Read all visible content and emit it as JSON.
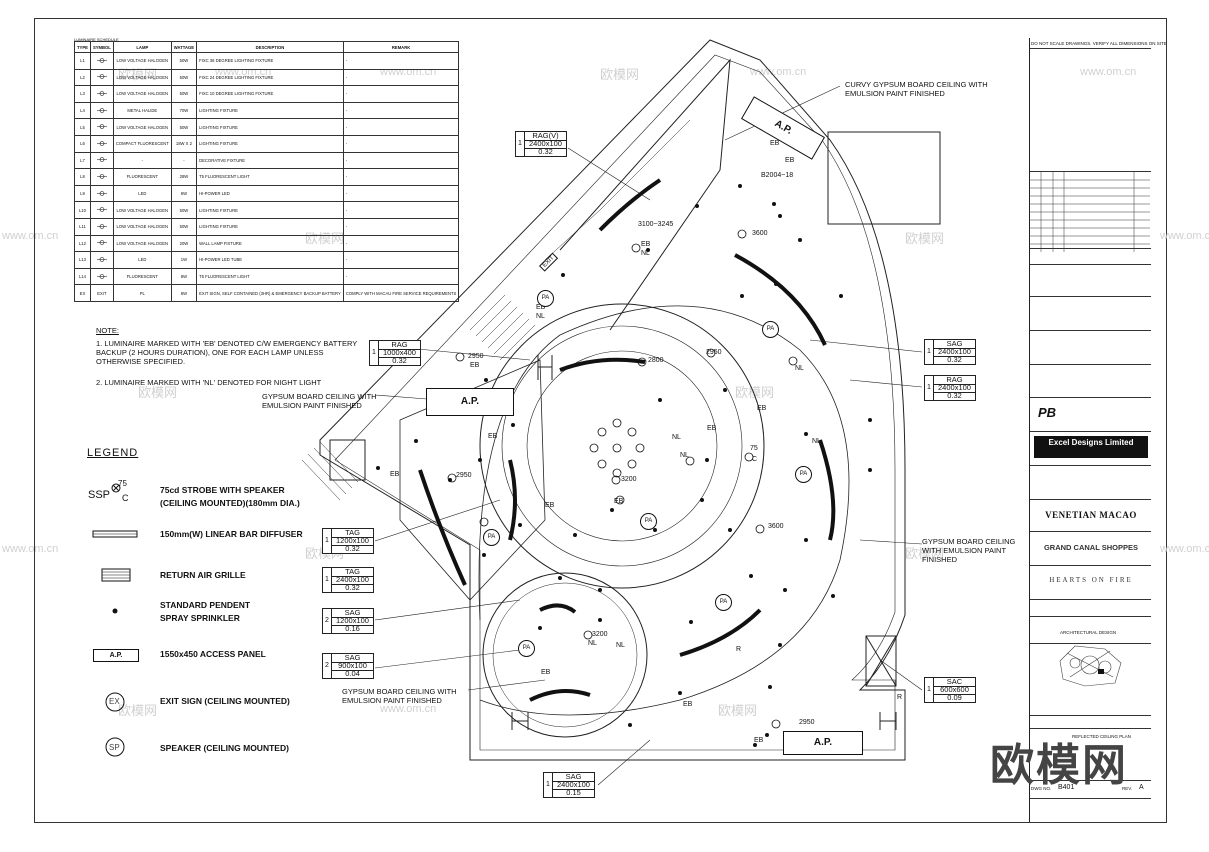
{
  "sheet": {
    "header_note": "DO NOT SCALE DRAWINGS. VERIFY ALL DIMENSIONS ON SITE"
  },
  "schedule": {
    "title": "LUMINAIRE SCHEDULE",
    "headers": [
      "TYPE",
      "SYMBOL",
      "LAMP",
      "WATTAGE",
      "DESCRIPTION",
      "REMARK"
    ],
    "rows": [
      {
        "type": "L1",
        "lamp": "LOW VOLTAGE HALOGEN",
        "watt": "50W",
        "desc": "FIXC 36 DEGREE LIGHTING FIXTURE",
        "remark": "-"
      },
      {
        "type": "L2",
        "lamp": "LOW VOLTAGE HALOGEN",
        "watt": "50W",
        "desc": "FIXC 24 DEGREE LIGHTING FIXTURE",
        "remark": "-"
      },
      {
        "type": "L3",
        "lamp": "LOW VOLTAGE HALOGEN",
        "watt": "50W",
        "desc": "FIXC 10 DEGREE LIGHTING FIXTURE",
        "remark": "-"
      },
      {
        "type": "L4",
        "lamp": "METAL HALIDE",
        "watt": "70W",
        "desc": "LIGHTING FIXTURE",
        "remark": "-"
      },
      {
        "type": "L5",
        "lamp": "LOW VOLTAGE HALOGEN",
        "watt": "50W",
        "desc": "LIGHTING FIXTURE",
        "remark": "-"
      },
      {
        "type": "L6",
        "lamp": "COMPACT FLUORESCENT",
        "watt": "18W x 2",
        "desc": "LIGHTING FIXTURE",
        "remark": "-"
      },
      {
        "type": "L7",
        "lamp": "-",
        "watt": "-",
        "desc": "DECORATIVE FIXTURE",
        "remark": "-"
      },
      {
        "type": "L8",
        "lamp": "FLUORESCENT",
        "watt": "28W",
        "desc": "T5 FLUORESCENT LIGHT",
        "remark": "-"
      },
      {
        "type": "L9",
        "lamp": "LED",
        "watt": "6W",
        "desc": "HI-POWER LED",
        "remark": "-"
      },
      {
        "type": "L10",
        "lamp": "LOW VOLTAGE HALOGEN",
        "watt": "50W",
        "desc": "LIGHTING FIXTURE",
        "remark": "-"
      },
      {
        "type": "L11",
        "lamp": "LOW VOLTAGE HALOGEN",
        "watt": "50W",
        "desc": "LIGHTING FIXTURE",
        "remark": "-"
      },
      {
        "type": "L12",
        "lamp": "LOW VOLTAGE HALOGEN",
        "watt": "20W",
        "desc": "WALL LAMP FIXTURE",
        "remark": "-"
      },
      {
        "type": "L13",
        "lamp": "LED",
        "watt": "1W",
        "desc": "HI-POWER LED TUBE",
        "remark": "-"
      },
      {
        "type": "L14",
        "lamp": "FLUORESCENT",
        "watt": "8W",
        "desc": "T5 FLUORESCENT LIGHT",
        "remark": "-"
      },
      {
        "type": "EX",
        "symbol": "EXIT",
        "lamp": "PL",
        "watt": "8W",
        "desc": "EXIT SIGN, SELF CONTAINED (3HR) & EMERGENCY BACKUP BATTERY",
        "remark": "COMPLY WITH MACAU FIRE SERVICE REQUIREMENTS"
      }
    ]
  },
  "notes": {
    "title": "NOTE:",
    "n1": "1. LUMINAIRE MARKED WITH 'EB' DENOTED C/W EMERGENCY BATTERY\n    BACKUP (2 HOURS DURATION), ONE FOR EACH LAMP UNLESS\n    OTHERWISE SPECIFIED.",
    "n2": "2. LUMINAIRE MARKED WITH 'NL' DENOTED FOR NIGHT LIGHT"
  },
  "legend": {
    "title": "LEGEND",
    "ssp_symbol": "SSP",
    "ssp_75": "75",
    "ssp_c": "C",
    "items": [
      "75cd STROBE WITH SPEAKER\n(CEILING MOUNTED)(180mm DIA.)",
      "150mm(W) LINEAR BAR DIFFUSER",
      "RETURN AIR GRILLE",
      "STANDARD PENDENT\nSPRAY SPRINKLER",
      "1550x450 ACCESS PANEL",
      "EXIT SIGN (CEILING MOUNTED)",
      "SPEAKER (CEILING MOUNTED)"
    ],
    "ap_symbol": "A.P.",
    "ex_symbol": "EX",
    "sp_symbol": "SP"
  },
  "callouts": {
    "curvy": "CURVY GYPSUM BOARD CEILING WITH\nEMULSION PAINT FINISHED",
    "gyp_left": "GYPSUM BOARD CEILING WITH\nEMULSION PAINT FINISHED",
    "gyp_right": "GYPSUM BOARD CEILING\nWITH EMULSION PAINT\nFINISHED",
    "gyp_bottom": "GYPSUM BOARD CEILING WITH\nEMULSION PAINT FINISHED"
  },
  "tags": [
    {
      "n": "1",
      "code": "RAG(V)",
      "size": "2400x100",
      "val": "0.32"
    },
    {
      "n": "1",
      "code": "RAG",
      "size": "1000x400",
      "val": "0.32"
    },
    {
      "n": "1",
      "code": "TAG",
      "size": "1200x100",
      "val": "0.32"
    },
    {
      "n": "1",
      "code": "TAG",
      "size": "2400x100",
      "val": "0.32"
    },
    {
      "n": "2",
      "code": "SAG",
      "size": "1200x100",
      "val": "0.16"
    },
    {
      "n": "2",
      "code": "SAG",
      "size": "900x100",
      "val": "0.04"
    },
    {
      "n": "1",
      "code": "SAG",
      "size": "2400x100",
      "val": "0.32"
    },
    {
      "n": "1",
      "code": "RAG",
      "size": "2400x100",
      "val": "0.32"
    },
    {
      "n": "1",
      "code": "SAC",
      "size": "600x600",
      "val": "0.09"
    },
    {
      "n": "1",
      "code": "SAG",
      "size": "2400x100",
      "val": "0.15"
    }
  ],
  "plan": {
    "ap": "A.P.",
    "exit": "EXIT",
    "pa": "PA",
    "eb": "EB",
    "nl": "NL",
    "c": "C",
    "r": "R",
    "heights": {
      "h1": "3100~3245",
      "h2": "3600",
      "h3": "2950",
      "h4": "2800",
      "h5": "3200",
      "h6": "3600",
      "h7": "3200",
      "h8": "2950",
      "h9": "2950",
      "h10": "2950",
      "h11": "B2004~18",
      "h12": "75"
    }
  },
  "titleblock": {
    "brand1": "VENETIAN MACAO",
    "brand2": "GRAND CANAL SHOPPES",
    "brand3": "HEARTS ON FIRE",
    "company": "Excel Designs Limited",
    "logo_pb": "PB",
    "discipline": "ARCHITECTURAL DESIGN",
    "drawing_title": "REFLECTED CEILING PLAN",
    "drawing_no_label": "DWG NO.",
    "drawing_no": "B401",
    "rev_label": "REV.",
    "rev": "A"
  },
  "watermarks": {
    "site": "www.om.cn",
    "cn": "欧模网",
    "big": "欧模网"
  }
}
